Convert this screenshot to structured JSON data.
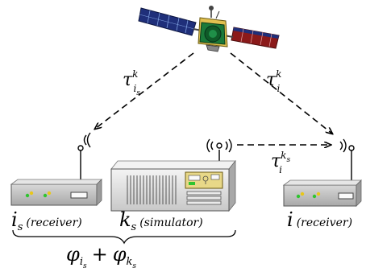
{
  "delays": {
    "sat_to_receiver": {
      "symbol": "τ",
      "sub": "i",
      "subsub": "s",
      "sup": "k"
    },
    "sat_to_i": {
      "symbol": "τ",
      "sub": "i",
      "sup": "k"
    },
    "sim_to_i": {
      "symbol": "τ",
      "sub": "i",
      "sup": "k",
      "supsub": "s"
    }
  },
  "devices": {
    "receiver_s": {
      "symbol": "i",
      "sub": "s",
      "role": "(receiver)"
    },
    "simulator": {
      "symbol": "k",
      "sub": "s",
      "role": "(simulator)"
    },
    "receiver_i": {
      "symbol": "i",
      "role": "(receiver)"
    }
  },
  "phase_sum": {
    "term1": "φ",
    "term1_sub": "i",
    "term1_subsub": "s",
    "plus": "+",
    "term2": "φ",
    "term2_sub": "k",
    "term2_subsub": "s"
  },
  "colors": {
    "panel_green": "#1a7a3a",
    "solar_blue": "#1f2f7a",
    "solar_red": "#8b1a1a",
    "led_green": "#2fc42f",
    "led_yellow": "#e8c71a"
  }
}
